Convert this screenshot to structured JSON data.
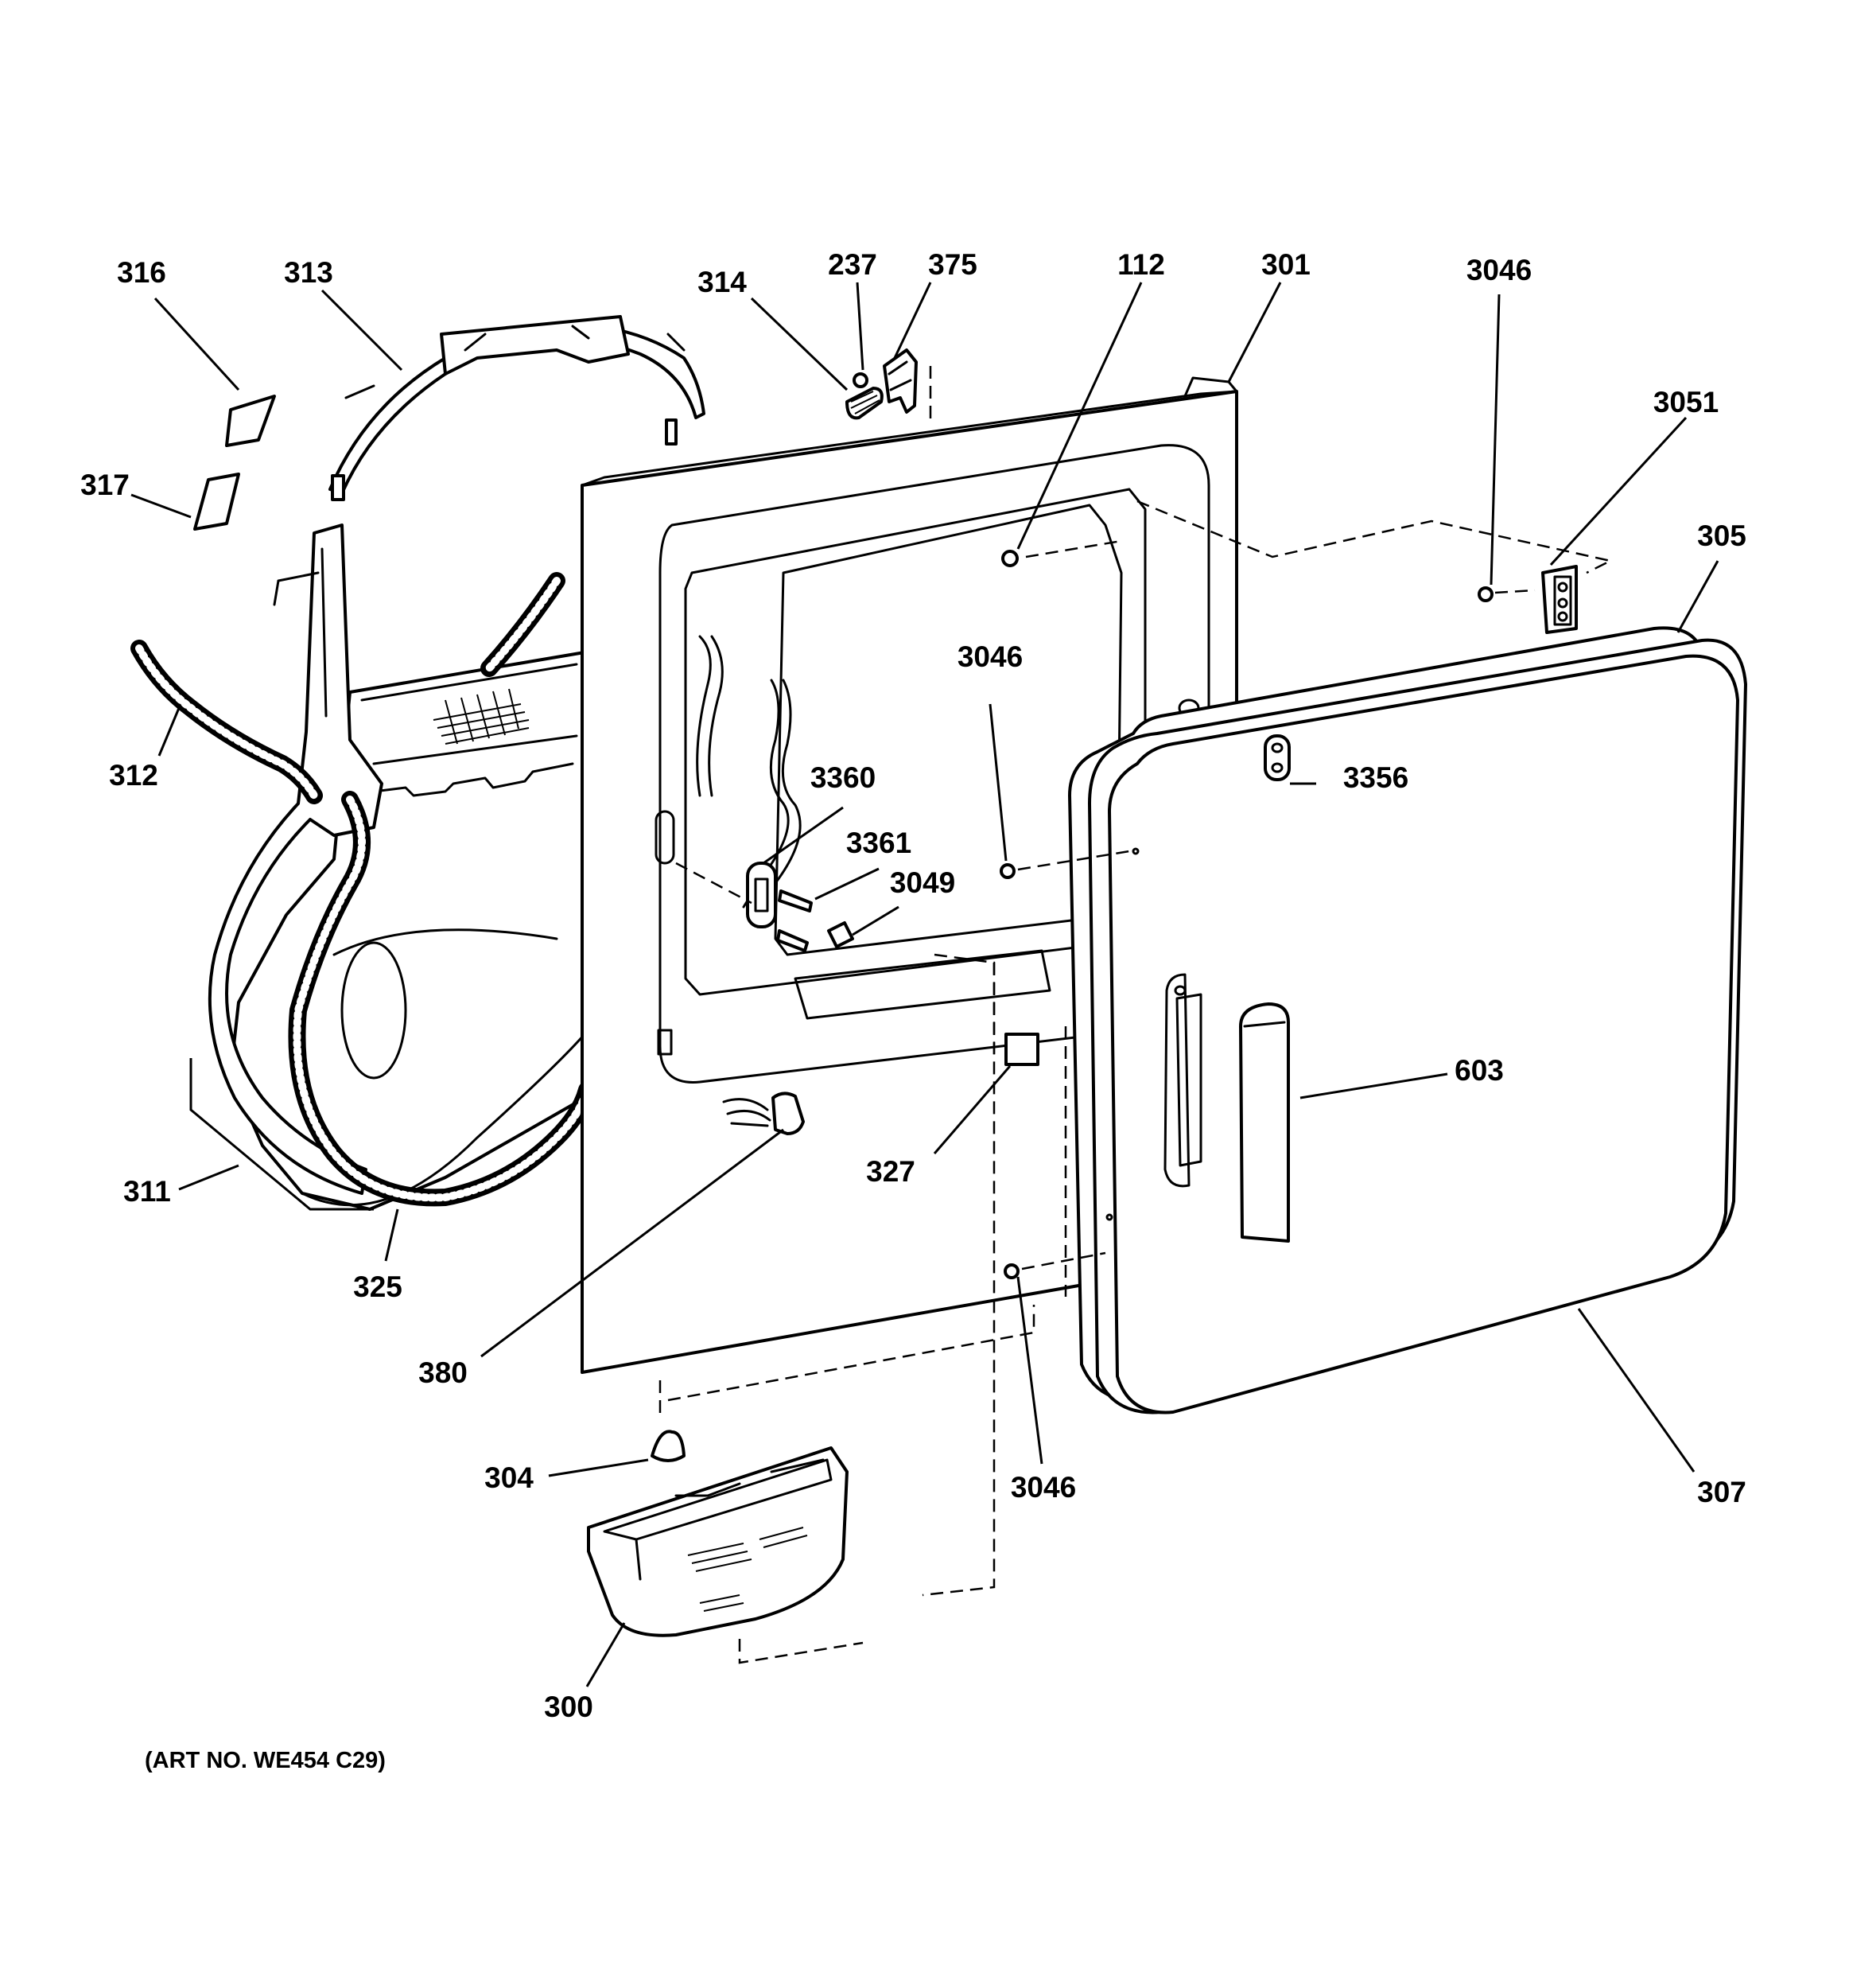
{
  "diagram": {
    "callouts": {
      "c316": "316",
      "c313": "313",
      "c314": "314",
      "c237": "237",
      "c375": "375",
      "c112": "112",
      "c301": "301",
      "c3046_top": "3046",
      "c3051": "3051",
      "c305": "305",
      "c317": "317",
      "c312": "312",
      "c3046_mid": "3046",
      "c3360": "3360",
      "c3356": "3356",
      "c3361": "3361",
      "c3049": "3049",
      "c603": "603",
      "c327": "327",
      "c311": "311",
      "c325": "325",
      "c380": "380",
      "c304": "304",
      "c3046_bot": "3046",
      "c307": "307",
      "c300": "300"
    },
    "art_number": "(ART NO. WE454 C29)"
  }
}
